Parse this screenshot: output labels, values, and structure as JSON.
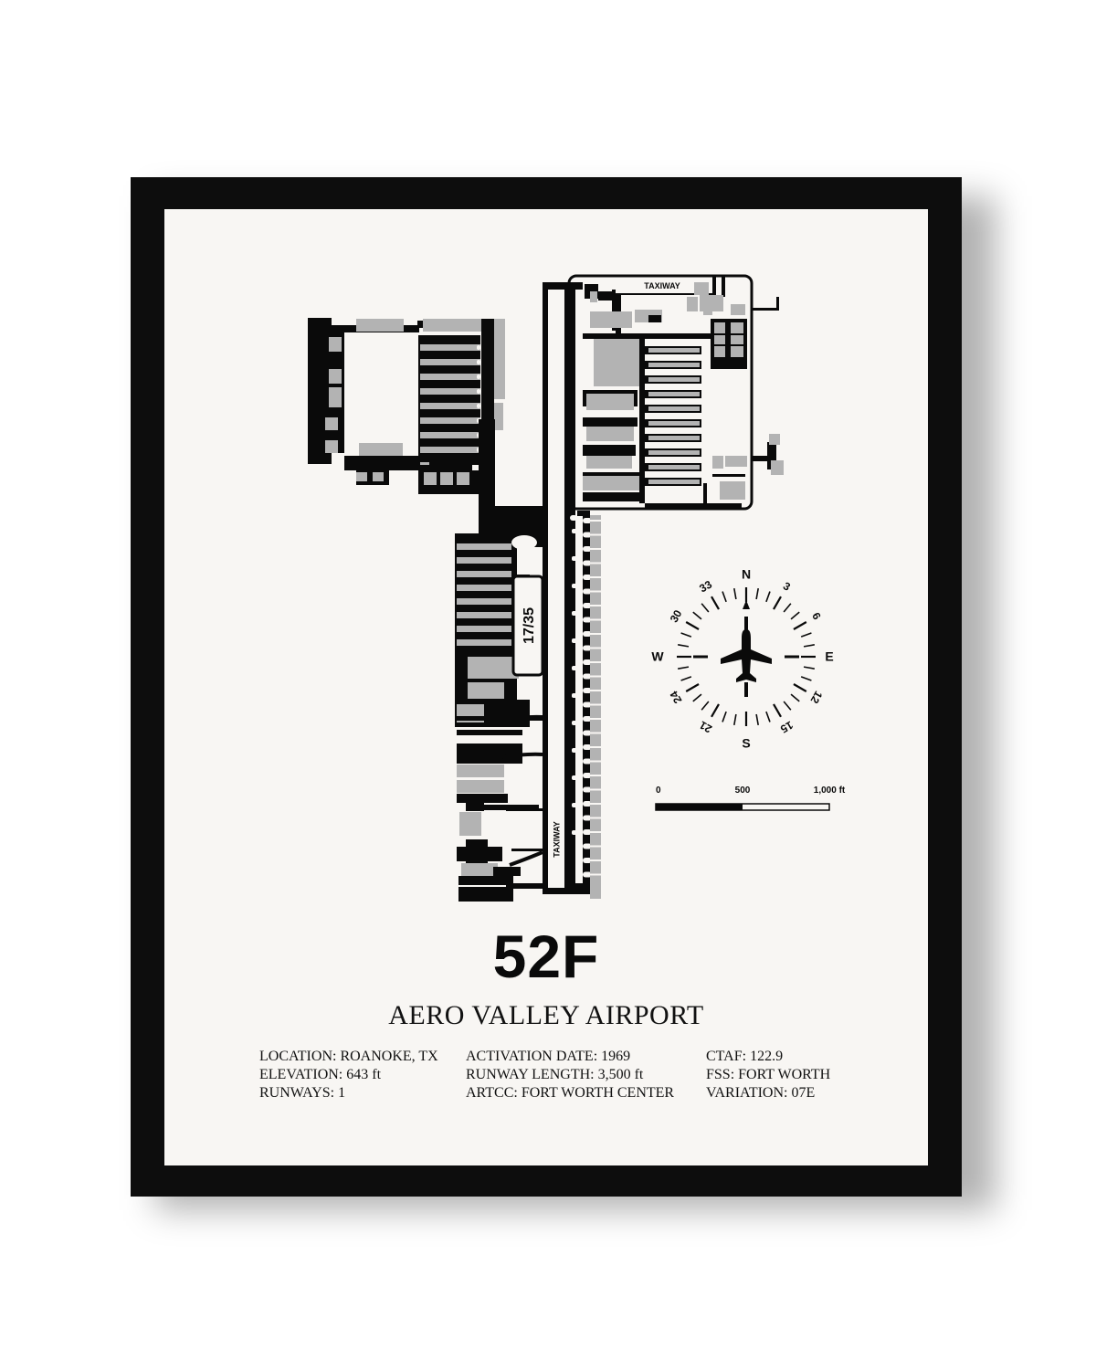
{
  "poster": {
    "code": "52F",
    "name": "AERO VALLEY AIRPORT",
    "runway_label": "17/35",
    "taxiway_label_top": "TAXIWAY",
    "taxiway_label_vertical": "TAXIWAY",
    "info_columns": [
      [
        "LOCATION: ROANOKE, TX",
        "ELEVATION: 643 ft",
        "RUNWAYS: 1"
      ],
      [
        "ACTIVATION DATE: 1969",
        "RUNWAY LENGTH: 3,500 ft",
        "ARTCC: FORT WORTH CENTER"
      ],
      [
        "CTAF: 122.9",
        "FSS: FORT WORTH",
        "VARIATION: 07E"
      ]
    ]
  },
  "compass": {
    "north": "N",
    "east": "E",
    "south": "S",
    "west": "W",
    "headings": [
      "3",
      "6",
      "12",
      "15",
      "21",
      "24",
      "30",
      "33"
    ]
  },
  "scale_bar": {
    "labels": [
      "0",
      "500",
      "1,000 ft"
    ]
  },
  "colors": {
    "frame": "#0d0d0d",
    "mat": "#f8f6f3",
    "ink": "#0a0a0a",
    "building": "#b3b3b3"
  }
}
